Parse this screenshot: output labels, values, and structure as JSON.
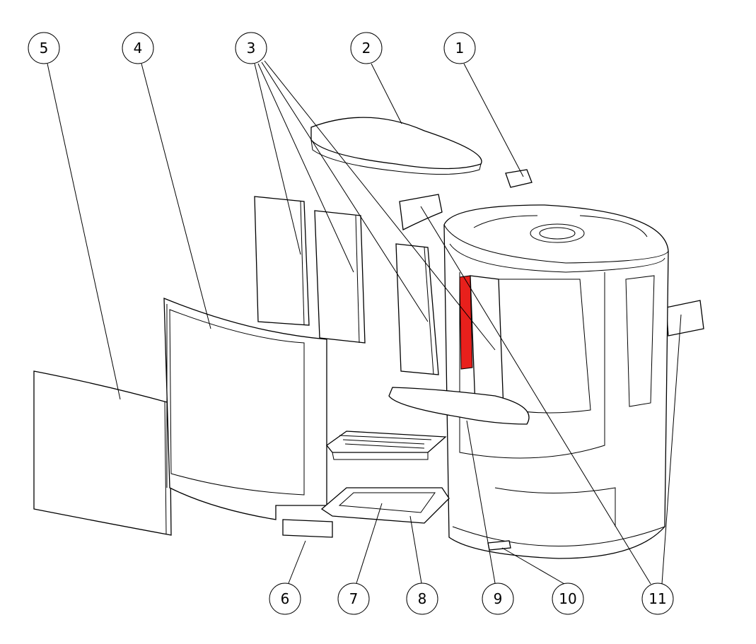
{
  "diagram": {
    "type": "exploded-parts-view",
    "highlight_color": "#e8201c",
    "callouts": [
      {
        "id": "5",
        "label": "5"
      },
      {
        "id": "4",
        "label": "4"
      },
      {
        "id": "3",
        "label": "3"
      },
      {
        "id": "2",
        "label": "2"
      },
      {
        "id": "1",
        "label": "1"
      },
      {
        "id": "6",
        "label": "6"
      },
      {
        "id": "7",
        "label": "7"
      },
      {
        "id": "8",
        "label": "8"
      },
      {
        "id": "9",
        "label": "9"
      },
      {
        "id": "10",
        "label": "10"
      },
      {
        "id": "11",
        "label": "11"
      }
    ]
  }
}
